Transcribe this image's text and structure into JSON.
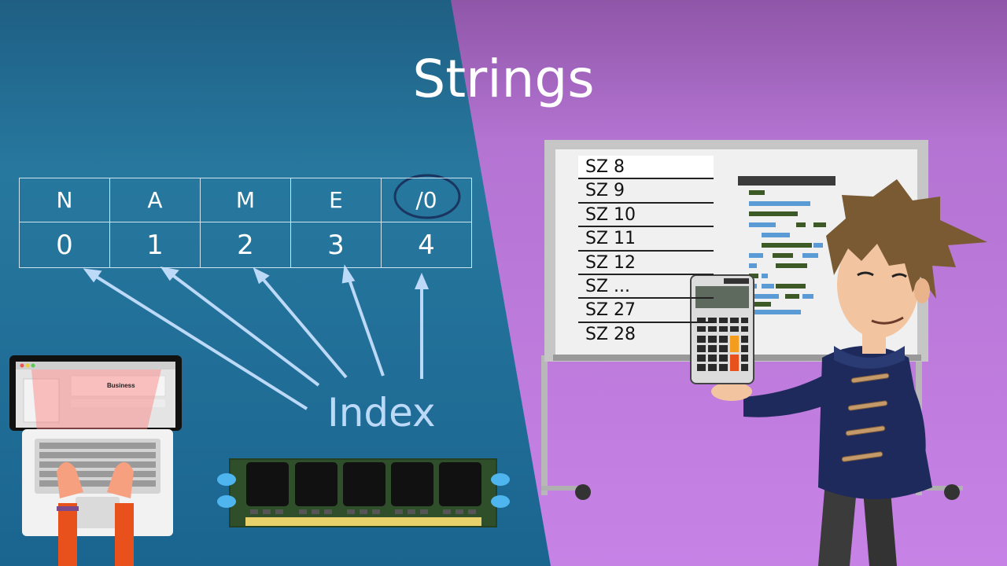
{
  "title": "Strings",
  "string_table": {
    "chars": [
      "N",
      "A",
      "M",
      "E",
      "/0"
    ],
    "indices": [
      "0",
      "1",
      "2",
      "3",
      "4"
    ]
  },
  "index_label": "Index",
  "whiteboard": {
    "items": [
      "SZ 8",
      "SZ 9",
      "SZ 10",
      "SZ 11",
      "SZ 12",
      "SZ ...",
      "SZ 27",
      "SZ 28"
    ]
  },
  "laptop": {
    "screen_text": "Business"
  },
  "colors": {
    "left_background": "#1f6f9c",
    "right_background": "#c07fdc",
    "arrow": "#bcd9f7",
    "circle": "#1a3560",
    "code_green": "#3d5a26",
    "code_blue": "#5b9bd5"
  },
  "icons": [
    "laptop-illustration",
    "ram-module-illustration",
    "whiteboard-illustration",
    "presenter-character",
    "calculator-icon"
  ]
}
